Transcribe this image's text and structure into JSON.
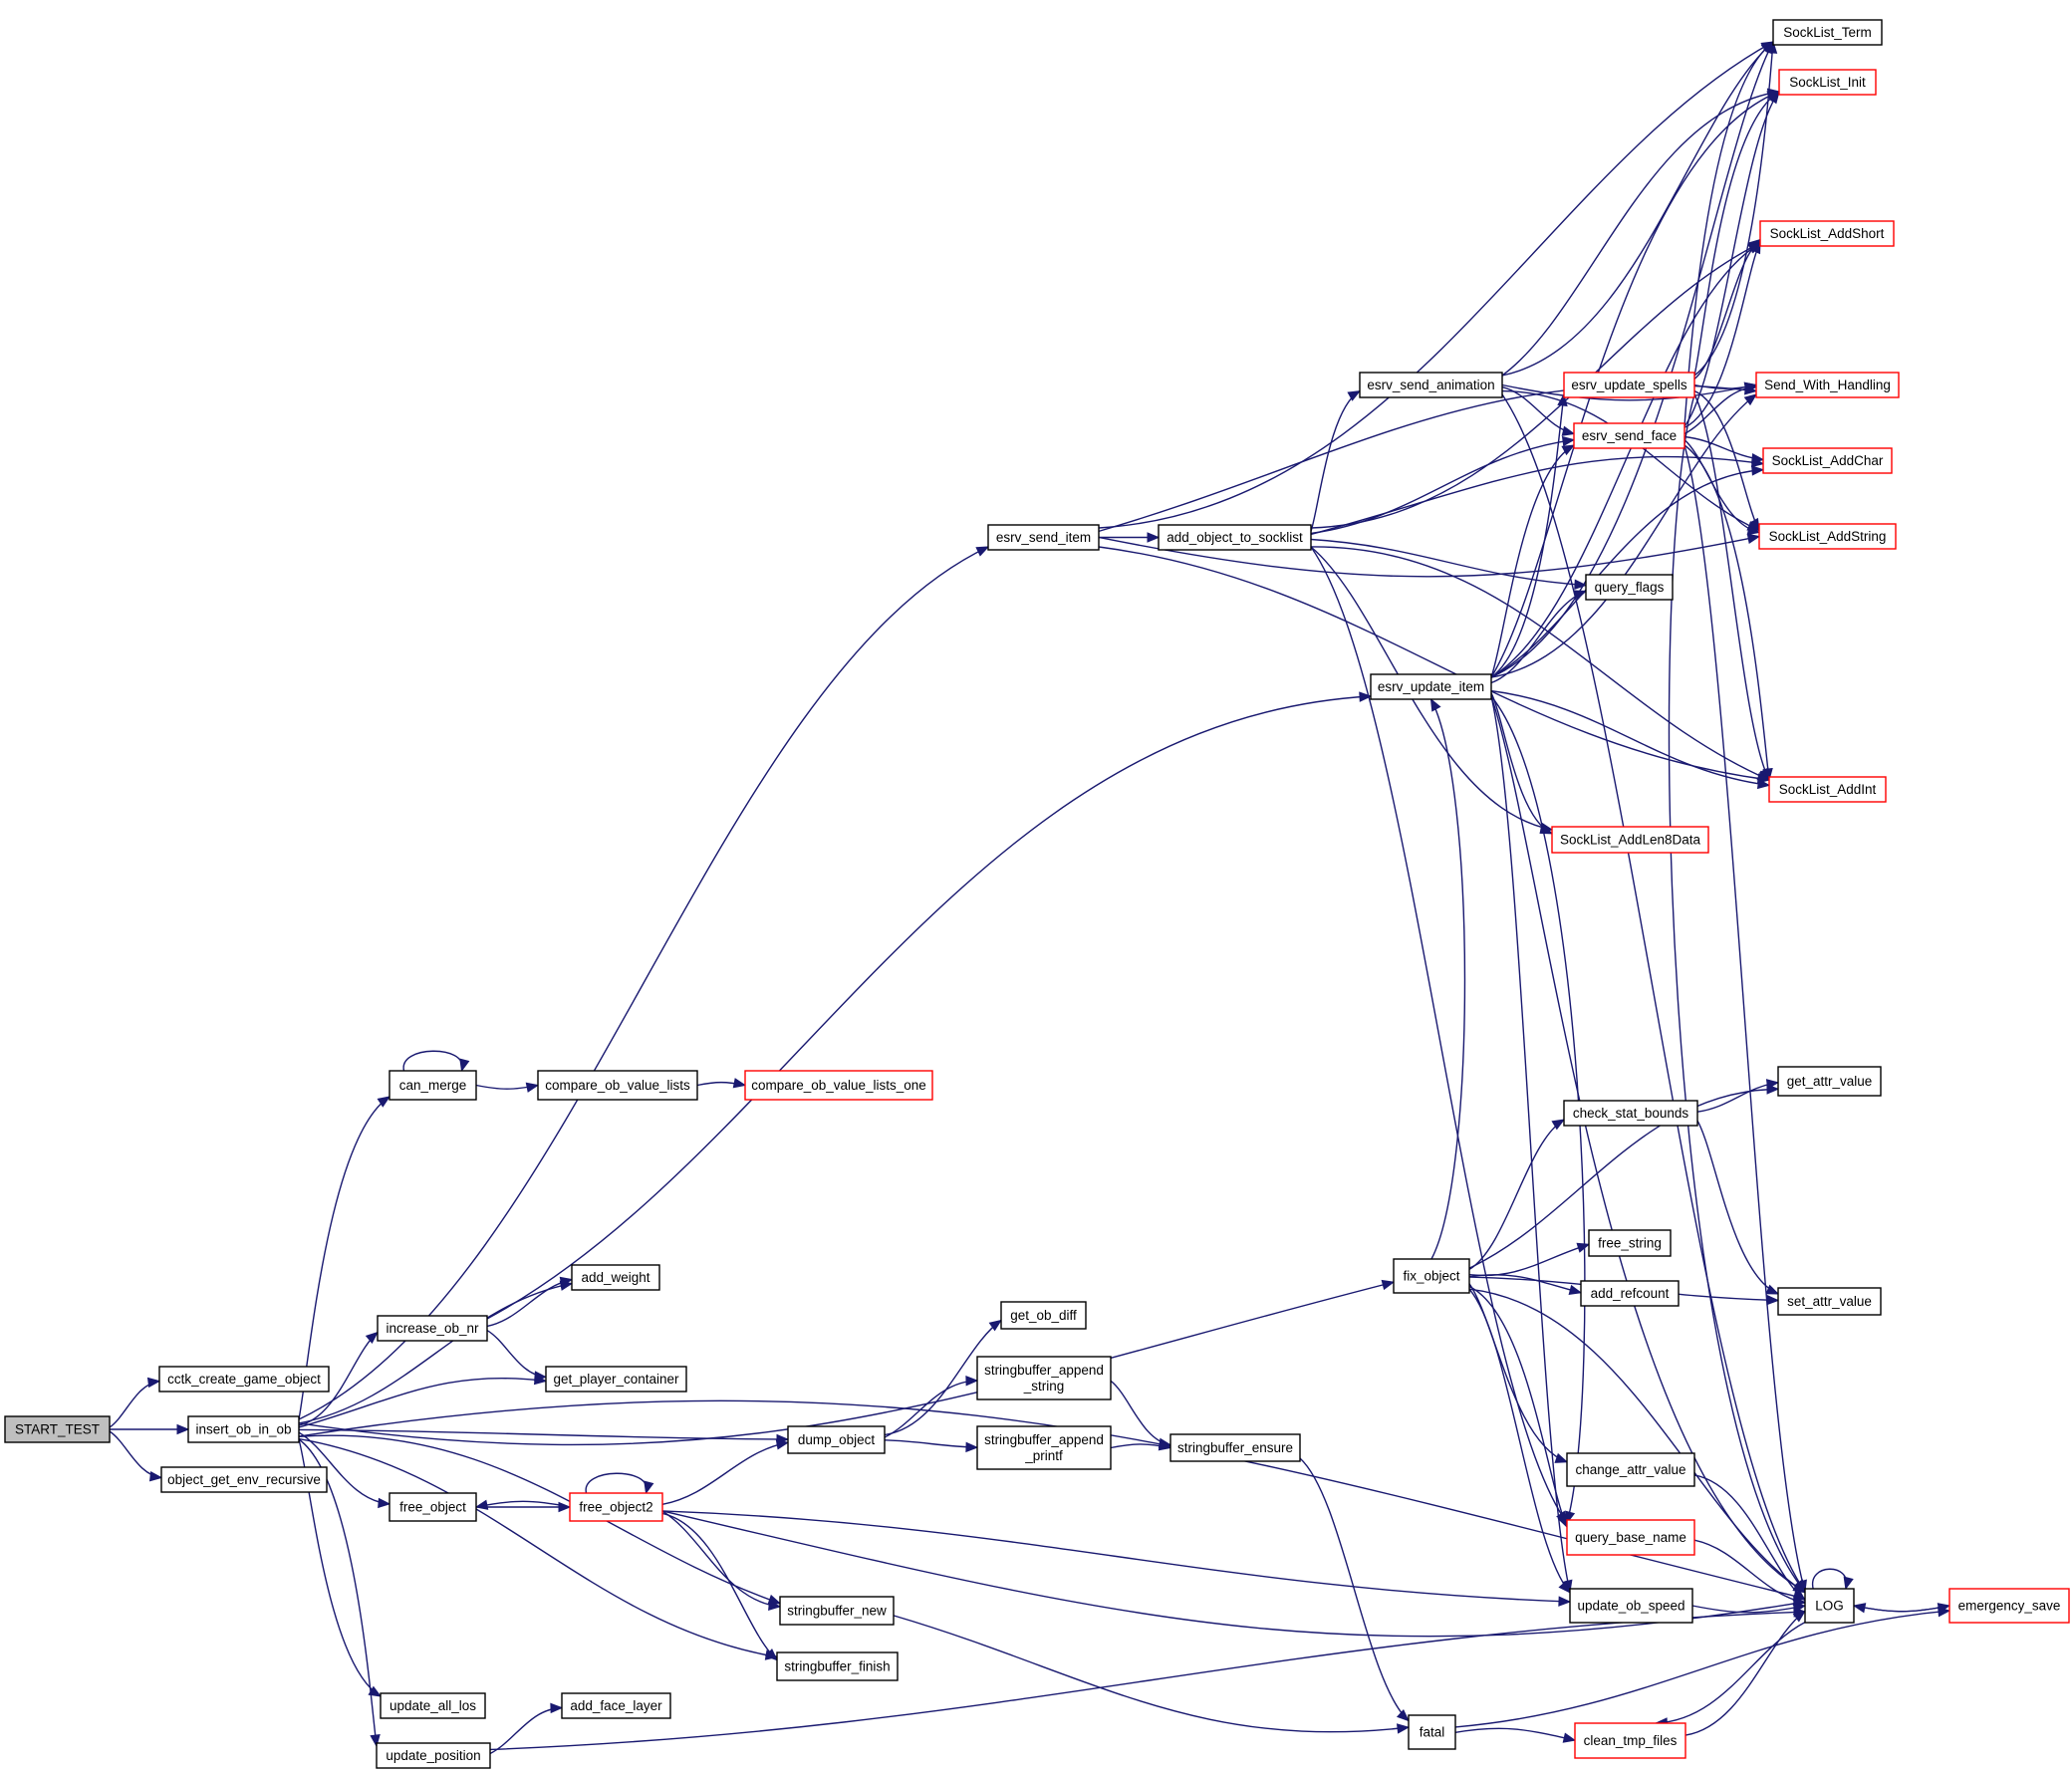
{
  "graph": {
    "title": "START_TEST call graph",
    "root": "START_TEST",
    "colors": {
      "edge": "#191970",
      "border_default": "#000000",
      "border_truncated": "#ff0000",
      "root_fill": "#bfbfbf",
      "fill": "#ffffff"
    },
    "nodes": [
      {
        "id": "START_TEST",
        "label": "START_TEST",
        "style": "root"
      },
      {
        "id": "cctk_create_game_object",
        "label": "cctk_create_game_object",
        "style": "normal"
      },
      {
        "id": "insert_ob_in_ob",
        "label": "insert_ob_in_ob",
        "style": "normal"
      },
      {
        "id": "object_get_env_recursive",
        "label": "object_get_env_recursive",
        "style": "normal"
      },
      {
        "id": "can_merge",
        "label": "can_merge",
        "style": "normal"
      },
      {
        "id": "compare_ob_value_lists",
        "label": "compare_ob_value_lists",
        "style": "normal"
      },
      {
        "id": "compare_ob_value_lists_one",
        "label": "compare_ob_value_lists_one",
        "style": "red"
      },
      {
        "id": "add_weight",
        "label": "add_weight",
        "style": "normal"
      },
      {
        "id": "increase_ob_nr",
        "label": "increase_ob_nr",
        "style": "normal"
      },
      {
        "id": "get_player_container",
        "label": "get_player_container",
        "style": "normal"
      },
      {
        "id": "free_object",
        "label": "free_object",
        "style": "normal"
      },
      {
        "id": "free_object2",
        "label": "free_object2",
        "style": "red"
      },
      {
        "id": "stringbuffer_new",
        "label": "stringbuffer_new",
        "style": "normal"
      },
      {
        "id": "stringbuffer_finish",
        "label": "stringbuffer_finish",
        "style": "normal"
      },
      {
        "id": "update_all_los",
        "label": "update_all_los",
        "style": "normal"
      },
      {
        "id": "add_face_layer",
        "label": "add_face_layer",
        "style": "normal"
      },
      {
        "id": "update_position",
        "label": "update_position",
        "style": "normal"
      },
      {
        "id": "dump_object",
        "label": "dump_object",
        "style": "normal"
      },
      {
        "id": "get_ob_diff",
        "label": "get_ob_diff",
        "style": "normal"
      },
      {
        "id": "stringbuffer_append_string",
        "label": "stringbuffer_append\n_string",
        "style": "normal"
      },
      {
        "id": "stringbuffer_append_printf",
        "label": "stringbuffer_append\n_printf",
        "style": "normal"
      },
      {
        "id": "stringbuffer_ensure",
        "label": "stringbuffer_ensure",
        "style": "normal"
      },
      {
        "id": "esrv_send_item",
        "label": "esrv_send_item",
        "style": "normal"
      },
      {
        "id": "add_object_to_socklist",
        "label": "add_object_to_socklist",
        "style": "normal"
      },
      {
        "id": "esrv_send_animation",
        "label": "esrv_send_animation",
        "style": "normal"
      },
      {
        "id": "esrv_update_spells",
        "label": "esrv_update_spells",
        "style": "red"
      },
      {
        "id": "esrv_send_face",
        "label": "esrv_send_face",
        "style": "red"
      },
      {
        "id": "query_flags",
        "label": "query_flags",
        "style": "normal"
      },
      {
        "id": "esrv_update_item",
        "label": "esrv_update_item",
        "style": "normal"
      },
      {
        "id": "SockList_AddLen8Data",
        "label": "SockList_AddLen8Data",
        "style": "red"
      },
      {
        "id": "SockList_Term",
        "label": "SockList_Term",
        "style": "normal"
      },
      {
        "id": "SockList_Init",
        "label": "SockList_Init",
        "style": "red"
      },
      {
        "id": "SockList_AddShort",
        "label": "SockList_AddShort",
        "style": "red"
      },
      {
        "id": "Send_With_Handling",
        "label": "Send_With_Handling",
        "style": "red"
      },
      {
        "id": "SockList_AddChar",
        "label": "SockList_AddChar",
        "style": "red"
      },
      {
        "id": "SockList_AddString",
        "label": "SockList_AddString",
        "style": "red"
      },
      {
        "id": "SockList_AddInt",
        "label": "SockList_AddInt",
        "style": "red"
      },
      {
        "id": "fix_object",
        "label": "fix_object",
        "style": "normal"
      },
      {
        "id": "check_stat_bounds",
        "label": "check_stat_bounds",
        "style": "normal"
      },
      {
        "id": "get_attr_value",
        "label": "get_attr_value",
        "style": "normal"
      },
      {
        "id": "set_attr_value",
        "label": "set_attr_value",
        "style": "normal"
      },
      {
        "id": "free_string",
        "label": "free_string",
        "style": "normal"
      },
      {
        "id": "add_refcount",
        "label": "add_refcount",
        "style": "normal"
      },
      {
        "id": "change_attr_value",
        "label": "change_attr_value",
        "style": "normal"
      },
      {
        "id": "query_base_name",
        "label": "query_base_name",
        "style": "red"
      },
      {
        "id": "update_ob_speed",
        "label": "update_ob_speed",
        "style": "normal"
      },
      {
        "id": "LOG",
        "label": "LOG",
        "style": "normal"
      },
      {
        "id": "emergency_save",
        "label": "emergency_save",
        "style": "red"
      },
      {
        "id": "fatal",
        "label": "fatal",
        "style": "normal"
      },
      {
        "id": "clean_tmp_files",
        "label": "clean_tmp_files",
        "style": "red"
      }
    ],
    "edges": [
      [
        "START_TEST",
        "cctk_create_game_object"
      ],
      [
        "START_TEST",
        "insert_ob_in_ob"
      ],
      [
        "START_TEST",
        "object_get_env_recursive"
      ],
      [
        "insert_ob_in_ob",
        "can_merge"
      ],
      [
        "insert_ob_in_ob",
        "add_weight"
      ],
      [
        "insert_ob_in_ob",
        "increase_ob_nr"
      ],
      [
        "insert_ob_in_ob",
        "get_player_container"
      ],
      [
        "insert_ob_in_ob",
        "dump_object"
      ],
      [
        "insert_ob_in_ob",
        "free_object"
      ],
      [
        "insert_ob_in_ob",
        "stringbuffer_new"
      ],
      [
        "insert_ob_in_ob",
        "stringbuffer_finish"
      ],
      [
        "insert_ob_in_ob",
        "update_all_los"
      ],
      [
        "insert_ob_in_ob",
        "update_position"
      ],
      [
        "insert_ob_in_ob",
        "esrv_send_item"
      ],
      [
        "insert_ob_in_ob",
        "fix_object"
      ],
      [
        "insert_ob_in_ob",
        "LOG"
      ],
      [
        "can_merge",
        "can_merge"
      ],
      [
        "can_merge",
        "compare_ob_value_lists"
      ],
      [
        "compare_ob_value_lists",
        "compare_ob_value_lists_one"
      ],
      [
        "increase_ob_nr",
        "add_weight"
      ],
      [
        "increase_ob_nr",
        "get_player_container"
      ],
      [
        "increase_ob_nr",
        "esrv_update_item"
      ],
      [
        "free_object",
        "free_object2"
      ],
      [
        "free_object2",
        "free_object"
      ],
      [
        "free_object2",
        "free_object2"
      ],
      [
        "free_object2",
        "dump_object"
      ],
      [
        "free_object2",
        "stringbuffer_new"
      ],
      [
        "free_object2",
        "stringbuffer_finish"
      ],
      [
        "free_object2",
        "update_ob_speed"
      ],
      [
        "free_object2",
        "LOG"
      ],
      [
        "update_position",
        "add_face_layer"
      ],
      [
        "update_position",
        "LOG"
      ],
      [
        "dump_object",
        "get_ob_diff"
      ],
      [
        "dump_object",
        "stringbuffer_append_string"
      ],
      [
        "dump_object",
        "stringbuffer_append_printf"
      ],
      [
        "stringbuffer_append_string",
        "stringbuffer_ensure"
      ],
      [
        "stringbuffer_append_printf",
        "stringbuffer_ensure"
      ],
      [
        "stringbuffer_ensure",
        "fatal"
      ],
      [
        "stringbuffer_new",
        "fatal"
      ],
      [
        "fatal",
        "clean_tmp_files"
      ],
      [
        "fatal",
        "emergency_save"
      ],
      [
        "clean_tmp_files",
        "LOG"
      ],
      [
        "LOG",
        "clean_tmp_files"
      ],
      [
        "LOG",
        "LOG"
      ],
      [
        "LOG",
        "emergency_save"
      ],
      [
        "emergency_save",
        "LOG"
      ],
      [
        "esrv_send_item",
        "add_object_to_socklist"
      ],
      [
        "esrv_send_item",
        "SockList_Term"
      ],
      [
        "esrv_send_item",
        "Send_With_Handling"
      ],
      [
        "esrv_send_item",
        "SockList_AddInt"
      ],
      [
        "esrv_send_item",
        "SockList_AddString"
      ],
      [
        "add_object_to_socklist",
        "esrv_send_animation"
      ],
      [
        "add_object_to_socklist",
        "esrv_send_face"
      ],
      [
        "add_object_to_socklist",
        "SockList_AddShort"
      ],
      [
        "add_object_to_socklist",
        "SockList_AddChar"
      ],
      [
        "add_object_to_socklist",
        "query_flags"
      ],
      [
        "add_object_to_socklist",
        "SockList_AddLen8Data"
      ],
      [
        "add_object_to_socklist",
        "SockList_AddInt"
      ],
      [
        "add_object_to_socklist",
        "query_base_name"
      ],
      [
        "esrv_send_animation",
        "SockList_Term"
      ],
      [
        "esrv_send_animation",
        "SockList_Init"
      ],
      [
        "esrv_send_animation",
        "esrv_send_face"
      ],
      [
        "esrv_send_animation",
        "Send_With_Handling"
      ],
      [
        "esrv_send_animation",
        "SockList_AddString"
      ],
      [
        "esrv_send_animation",
        "LOG"
      ],
      [
        "esrv_update_spells",
        "SockList_Term"
      ],
      [
        "esrv_update_spells",
        "SockList_Init"
      ],
      [
        "esrv_update_spells",
        "SockList_AddShort"
      ],
      [
        "esrv_update_spells",
        "Send_With_Handling"
      ],
      [
        "esrv_update_spells",
        "SockList_AddString"
      ],
      [
        "esrv_update_spells",
        "SockList_AddInt"
      ],
      [
        "esrv_update_spells",
        "LOG"
      ],
      [
        "esrv_send_face",
        "SockList_Term"
      ],
      [
        "esrv_send_face",
        "SockList_Init"
      ],
      [
        "esrv_send_face",
        "SockList_AddShort"
      ],
      [
        "esrv_send_face",
        "Send_With_Handling"
      ],
      [
        "esrv_send_face",
        "SockList_AddChar"
      ],
      [
        "esrv_send_face",
        "SockList_AddString"
      ],
      [
        "esrv_send_face",
        "SockList_AddInt"
      ],
      [
        "esrv_send_face",
        "LOG"
      ],
      [
        "esrv_update_item",
        "SockList_Term"
      ],
      [
        "esrv_update_item",
        "SockList_Init"
      ],
      [
        "esrv_update_item",
        "SockList_AddShort"
      ],
      [
        "esrv_update_item",
        "esrv_update_spells"
      ],
      [
        "esrv_update_item",
        "esrv_send_face"
      ],
      [
        "esrv_update_item",
        "query_flags"
      ],
      [
        "esrv_update_item",
        "Send_With_Handling"
      ],
      [
        "esrv_update_item",
        "SockList_AddChar"
      ],
      [
        "esrv_update_item",
        "SockList_AddInt"
      ],
      [
        "esrv_update_item",
        "SockList_AddLen8Data"
      ],
      [
        "esrv_update_item",
        "query_base_name"
      ],
      [
        "esrv_update_item",
        "update_ob_speed"
      ],
      [
        "esrv_update_item",
        "LOG"
      ],
      [
        "fix_object",
        "get_attr_value"
      ],
      [
        "fix_object",
        "check_stat_bounds"
      ],
      [
        "fix_object",
        "free_string"
      ],
      [
        "fix_object",
        "add_refcount"
      ],
      [
        "fix_object",
        "set_attr_value"
      ],
      [
        "fix_object",
        "change_attr_value"
      ],
      [
        "fix_object",
        "query_base_name"
      ],
      [
        "fix_object",
        "update_ob_speed"
      ],
      [
        "fix_object",
        "esrv_update_item"
      ],
      [
        "fix_object",
        "LOG"
      ],
      [
        "check_stat_bounds",
        "get_attr_value"
      ],
      [
        "check_stat_bounds",
        "set_attr_value"
      ],
      [
        "change_attr_value",
        "LOG"
      ],
      [
        "query_base_name",
        "LOG"
      ],
      [
        "update_ob_speed",
        "LOG"
      ]
    ]
  }
}
